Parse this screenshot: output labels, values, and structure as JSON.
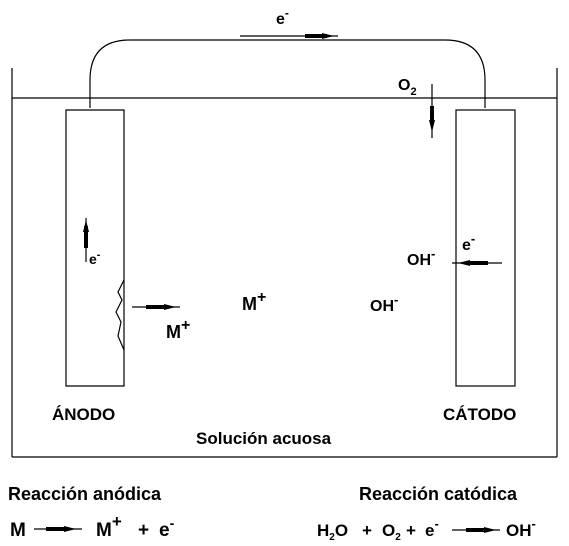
{
  "labels": {
    "electron": "e",
    "minus": "-",
    "oxygen_O": "O",
    "sub_2": "2",
    "OH": "OH",
    "metal": "M",
    "plus": "+",
    "anode": "ÁNODO",
    "cathode": "CÁTODO",
    "solution": "Solución acuosa"
  },
  "reactions": {
    "anodic_title": "Reacción anódica",
    "cathodic_title": "Reacción catódica",
    "anodic": {
      "M": "M",
      "M_ion": "M",
      "plus_sign": "+",
      "plus_join": "+",
      "e": "e",
      "minus": "-"
    },
    "cathodic": {
      "H": "H",
      "sub2a": "2",
      "O_water": "O",
      "plus1": "+",
      "O2": "O",
      "sub2b": "2",
      "plus2": "+",
      "e": "e",
      "minus_e": "-",
      "OH": "OH",
      "minus_oh": "-"
    }
  }
}
